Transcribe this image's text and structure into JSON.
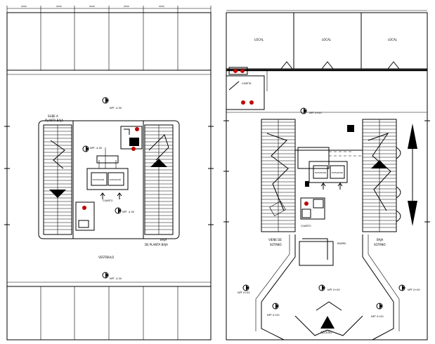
{
  "left_plan": {
    "name": "",
    "top_dimensions": [
      "0000",
      "0000",
      "0000",
      "0000",
      "0000"
    ],
    "left_stair_label": [
      "SUBE A",
      "PLANTA BAJA"
    ],
    "right_stair_label": [
      "BAJA",
      "DE PLANTA BAJA"
    ],
    "lobby_label": "VESTIBULO",
    "level_marks": [
      "NPT -4.50",
      "NPT -4.50",
      "NPT -4.50",
      "NPT -4.50"
    ],
    "service_room_label": "CUARTO",
    "elevators": [
      "ELEVADOR",
      "ELEVADOR"
    ]
  },
  "right_plan": {
    "name": "",
    "shops": [
      "LOCAL",
      "LOCAL",
      "LOCAL"
    ],
    "guard_label": "CASETA",
    "left_stair_label": [
      "VIENE DE",
      "SOTANO"
    ],
    "right_stair_label": [
      "BAJA",
      "SOTANO"
    ],
    "ramp_label": "RAMPA",
    "service_label": "CUARTO",
    "access_label": "ACCESO",
    "level_marks": [
      "NPT 0+00",
      "NPT 0+00",
      "NPT 0+00",
      "NPT 0+00",
      "NPT 0+00",
      "NPT 0+00"
    ],
    "elevators": [
      "ELEVADOR",
      "ELEVADOR"
    ]
  },
  "colors": {
    "line": "#000000",
    "extinguisher": "#c00000",
    "background": "#ffffff"
  },
  "icons": [
    "extinguisher-icon",
    "level-marker-icon",
    "north-arrow-icon",
    "dimension-arrow-icon"
  ]
}
